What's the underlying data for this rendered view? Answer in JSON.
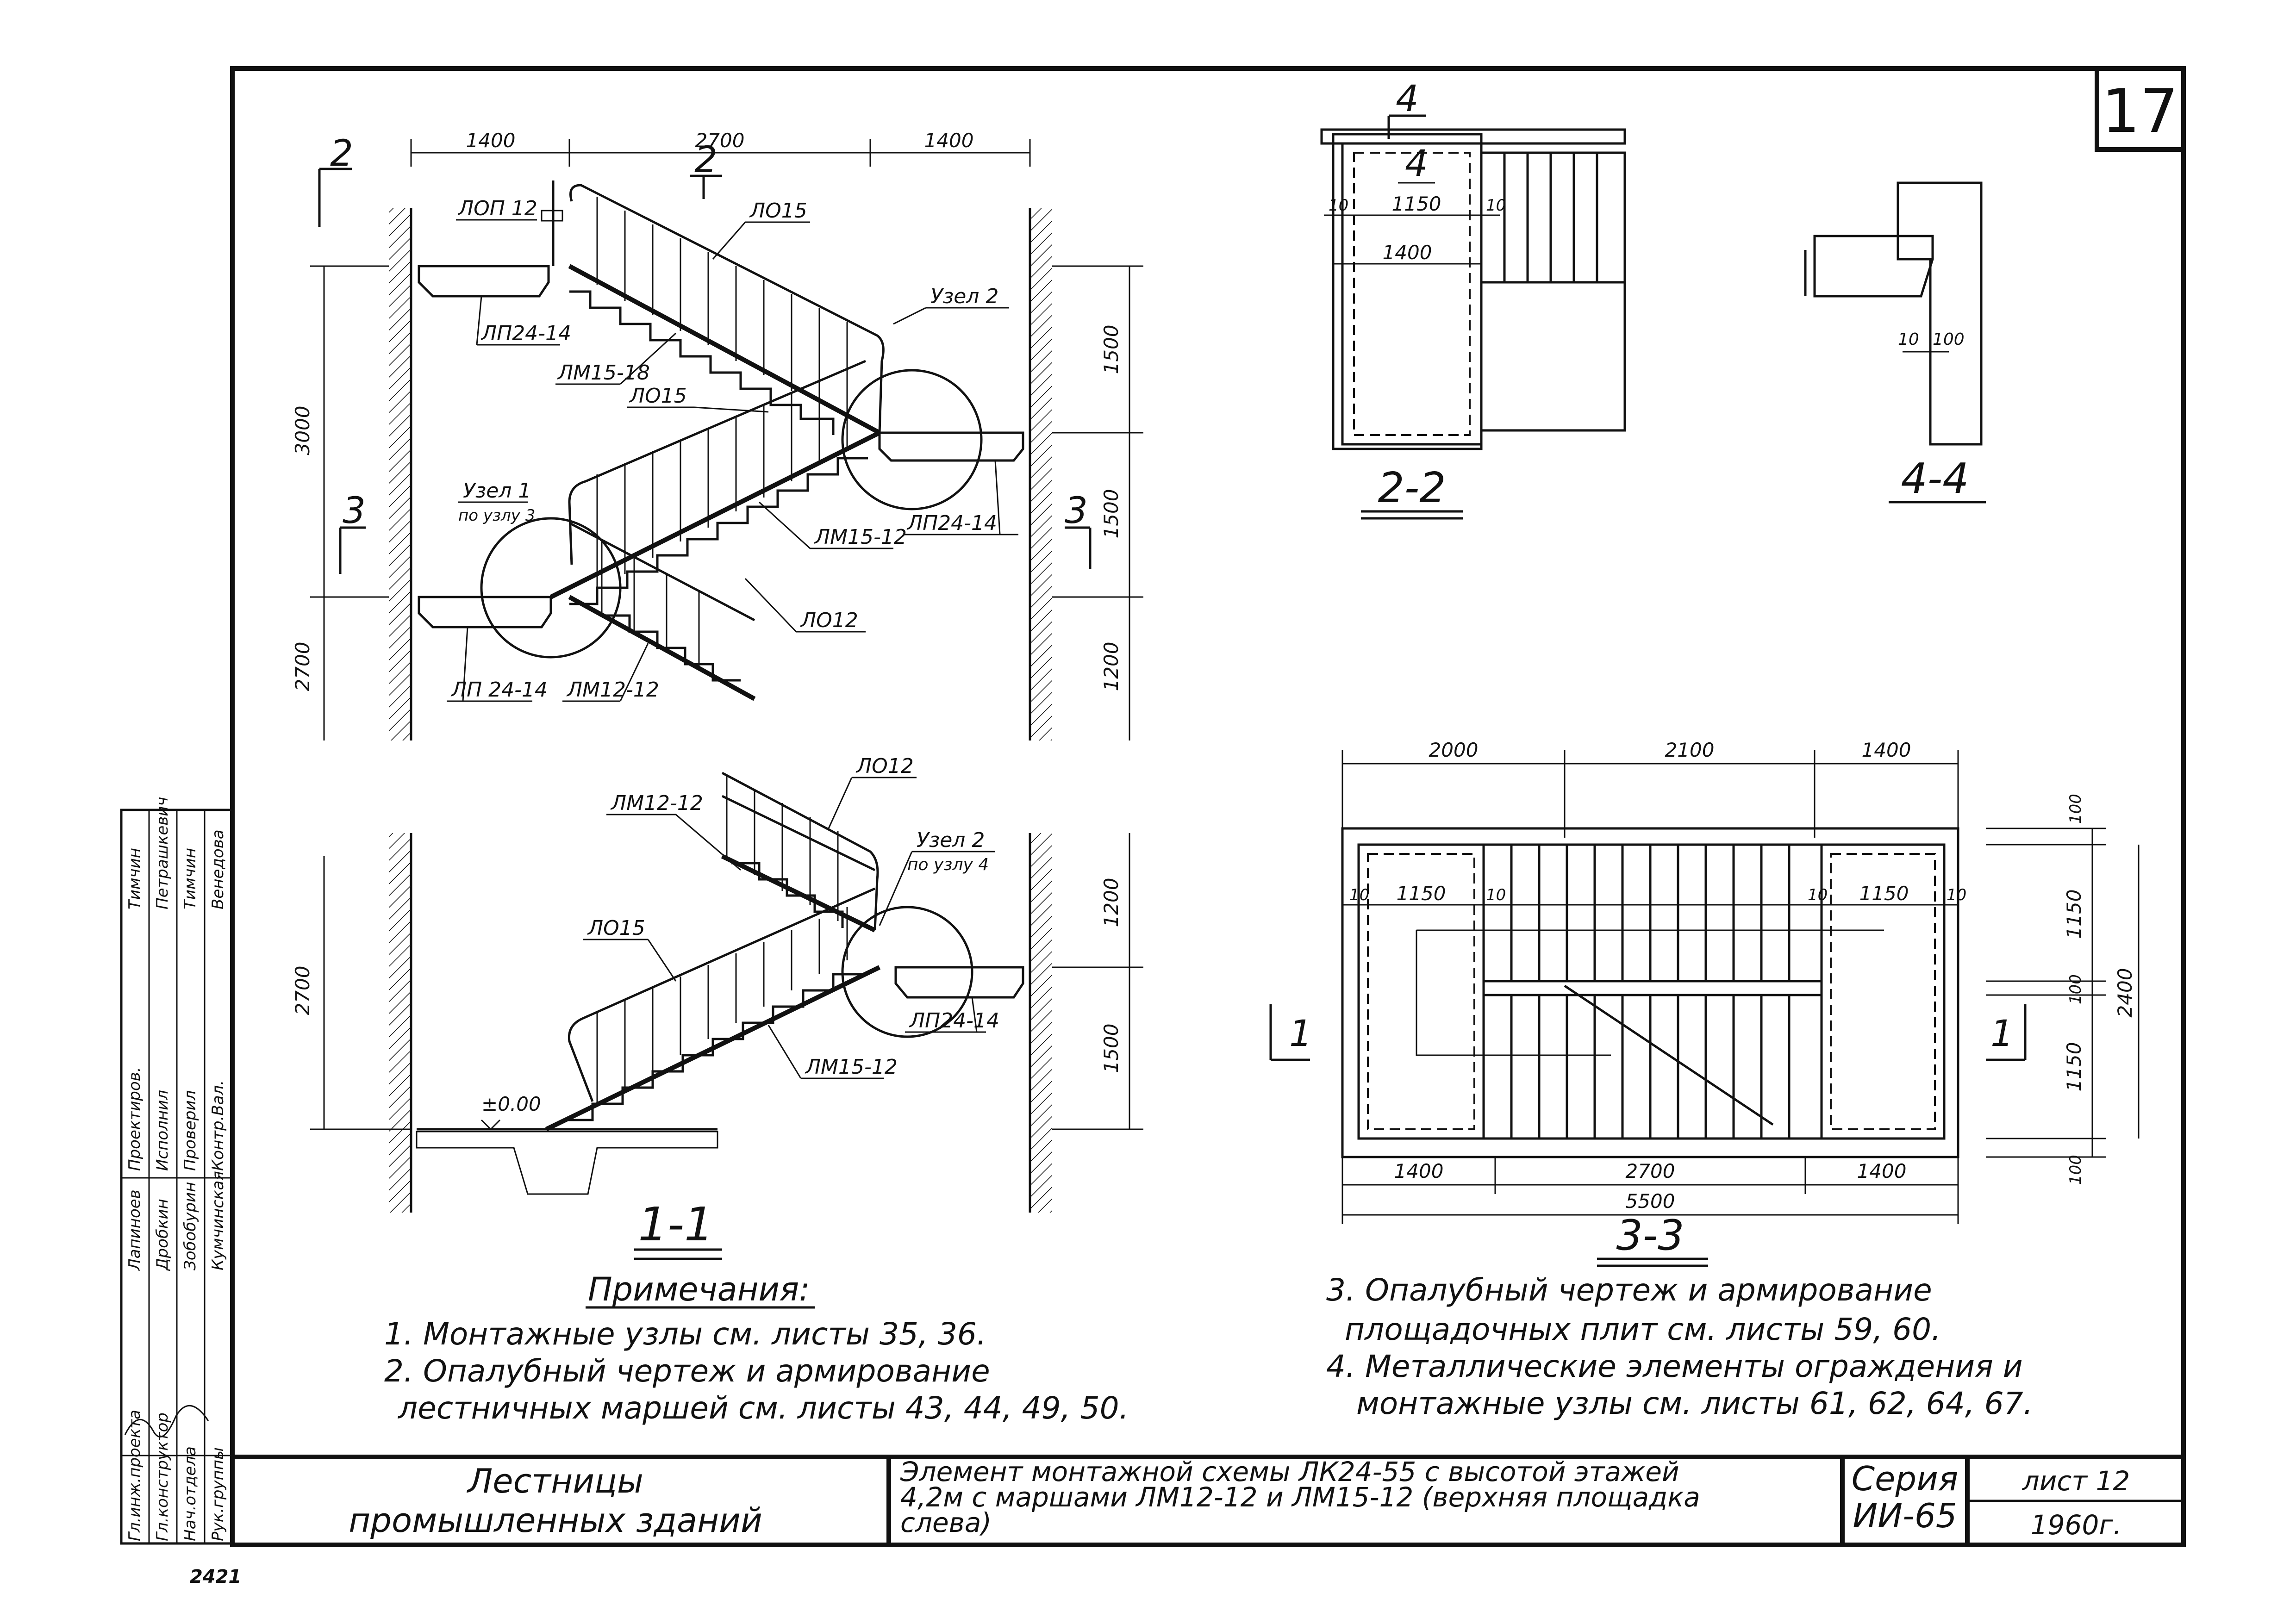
{
  "sheet_number": "17",
  "stamp_number": "2421",
  "sec11": {
    "title": "1-1",
    "dims_top": [
      "1400",
      "2700",
      "1400"
    ],
    "dims_left": [
      "3000",
      "2700"
    ],
    "dims_right": [
      "1500",
      "1500",
      "1200"
    ],
    "dims_lower_left": "2700",
    "dims_lower_right": [
      "1200",
      "1500"
    ],
    "cut_upper": "2",
    "cut_upper_mid": "2",
    "cut_left": "3",
    "cut_right": "3",
    "labels": {
      "lop12": "ЛОП 12",
      "lo15a": "ЛО15",
      "lp24_14_top": "ЛП24-14",
      "uzel2": "Узел 2",
      "lm15_18": "ЛМ15-18",
      "lo15b": "ЛО15",
      "uzel1": "Узел 1",
      "po_uzlu3": "по узлу 3",
      "lm15_12": "ЛМ15-12",
      "lp24_14_mid": "ЛП24-14",
      "lo12": "ЛО12",
      "lp24_14_low": "ЛП 24-14",
      "lm12_12": "ЛМ12-12"
    },
    "lower_labels": {
      "lo12": "ЛО12",
      "lm12_12": "ЛМ12-12",
      "uzel2": "Узел 2",
      "po_uzlu4": "по узлу 4",
      "lo15": "ЛО15",
      "lp24_14": "ЛП24-14",
      "lm15_12": "ЛМ15-12",
      "level": "±0.00"
    }
  },
  "sec22": {
    "title": "2-2",
    "cut_mark": "4",
    "inner_mark": "4",
    "dim_1150": "1150",
    "dim_1400": "1400",
    "dim_10a": "10",
    "dim_10b": "10"
  },
  "sec44": {
    "title": "4-4",
    "dim_10": "10",
    "dim_100": "100"
  },
  "sec33": {
    "title": "3-3",
    "dims_top": [
      "2000",
      "2100",
      "1400"
    ],
    "dims_bottom": [
      "1400",
      "2700",
      "1400"
    ],
    "dim_total": "5500",
    "dims_right": [
      "100",
      "1150",
      "100",
      "1150",
      "100"
    ],
    "dim_right_total": "2400",
    "dims_inner": [
      "10",
      "1150",
      "10",
      "10",
      "1150",
      "10"
    ],
    "cut_left": "1",
    "cut_right": "1"
  },
  "notes": {
    "heading": "Примечания:",
    "items": [
      "1. Монтажные узлы см. листы 35, 36.",
      "2. Опалубный чертеж и армирование",
      "лестничных маршей см. листы 43, 44, 49, 50."
    ],
    "items_right": [
      "3. Опалубный чертеж и армирование",
      "площадочных плит см. листы 59, 60.",
      "4. Металлические элементы ограждения и",
      "монтажные узлы см. листы 61, 62, 64, 67."
    ]
  },
  "stamp": {
    "roles": [
      "Гл.инж.проекта",
      "Гл.конструктор",
      "Нач.отдела",
      "Рук.группы",
      "Проектиров.",
      "Исполнил",
      "Проверил",
      "Контр.Вал."
    ],
    "names": [
      "Лапиноев",
      "Дробкин",
      "Зобобурин",
      "Кумчинская",
      "Тимчин",
      "Петрашкевич",
      "Тимчин",
      "Венедова"
    ]
  },
  "titleblock": {
    "name_line1": "Лестницы",
    "name_line2": "промышленных зданий",
    "desc_line1": "Элемент монтажной схемы ЛК24-55 с высотой этажей",
    "desc_line2": "4,2м с маршами ЛМ12-12 и ЛМ15-12 (верхняя площадка",
    "desc_line3": "слева)",
    "series_label": "Серия",
    "series_value": "ИИ-65",
    "sheet_label": "лист 12",
    "year": "1960г."
  }
}
